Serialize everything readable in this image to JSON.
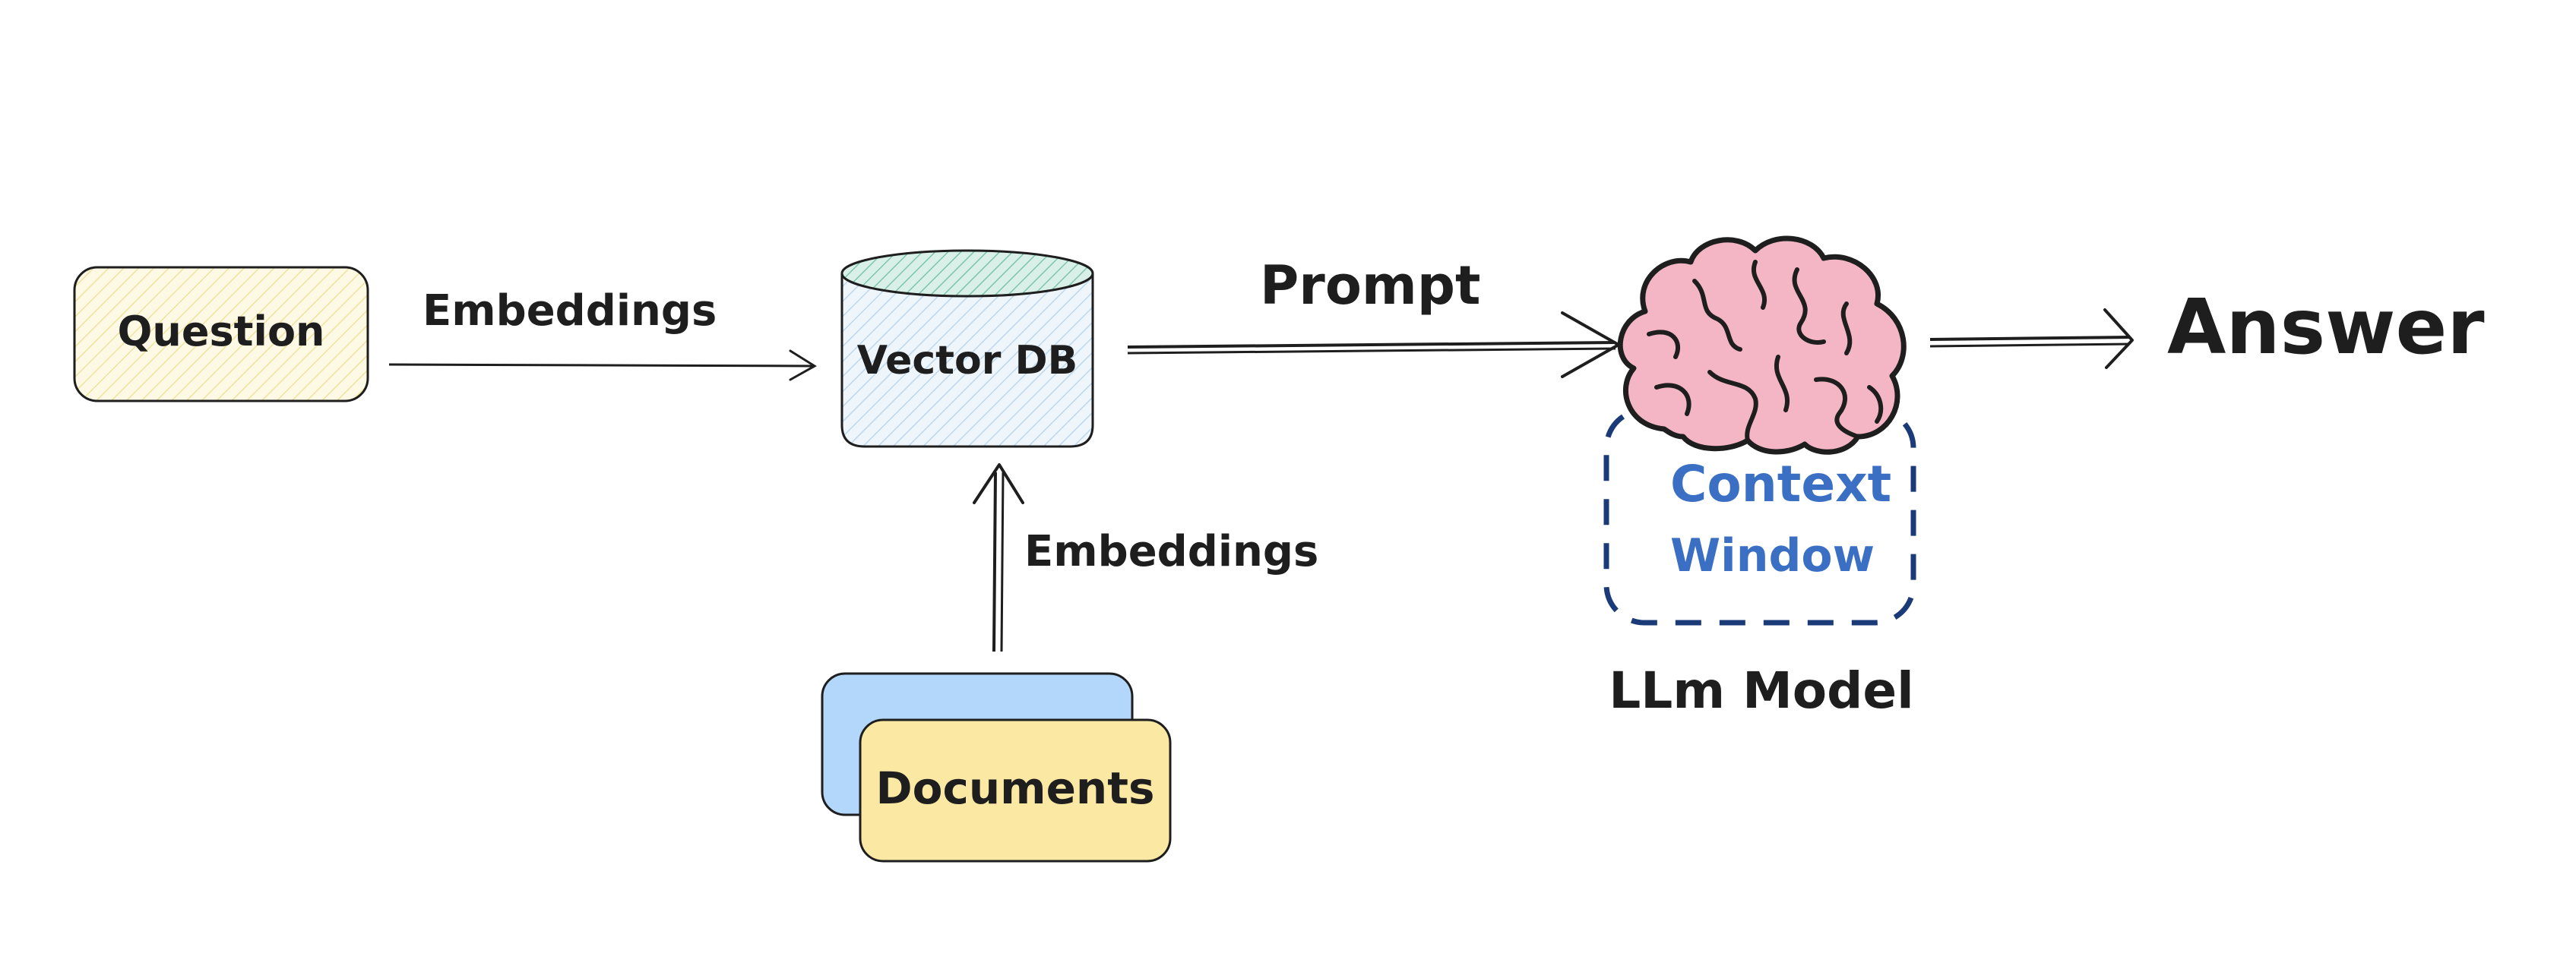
{
  "nodes": {
    "question": "Question",
    "vector_db": "Vector DB",
    "documents": "Documents",
    "context_window_line1": "Context",
    "context_window_line2": "Window",
    "llm_model": "LLm Model",
    "answer": "Answer"
  },
  "edges": {
    "question_to_db": "Embeddings",
    "documents_to_db": "Embeddings",
    "db_to_llm": "Prompt"
  },
  "icons": {
    "llm": "brain-icon"
  },
  "colors": {
    "question_fill": "#fbf5d6",
    "vector_db_fill": "#dcebf7",
    "vector_db_top": "#9fd6c8",
    "documents_back": "#b3d6fb",
    "documents_front": "#fbe9a3",
    "brain": "#f4b6c4",
    "context_border": "#1b3a78",
    "context_text": "#3a6fc4",
    "ink": "#1e1e1e"
  }
}
